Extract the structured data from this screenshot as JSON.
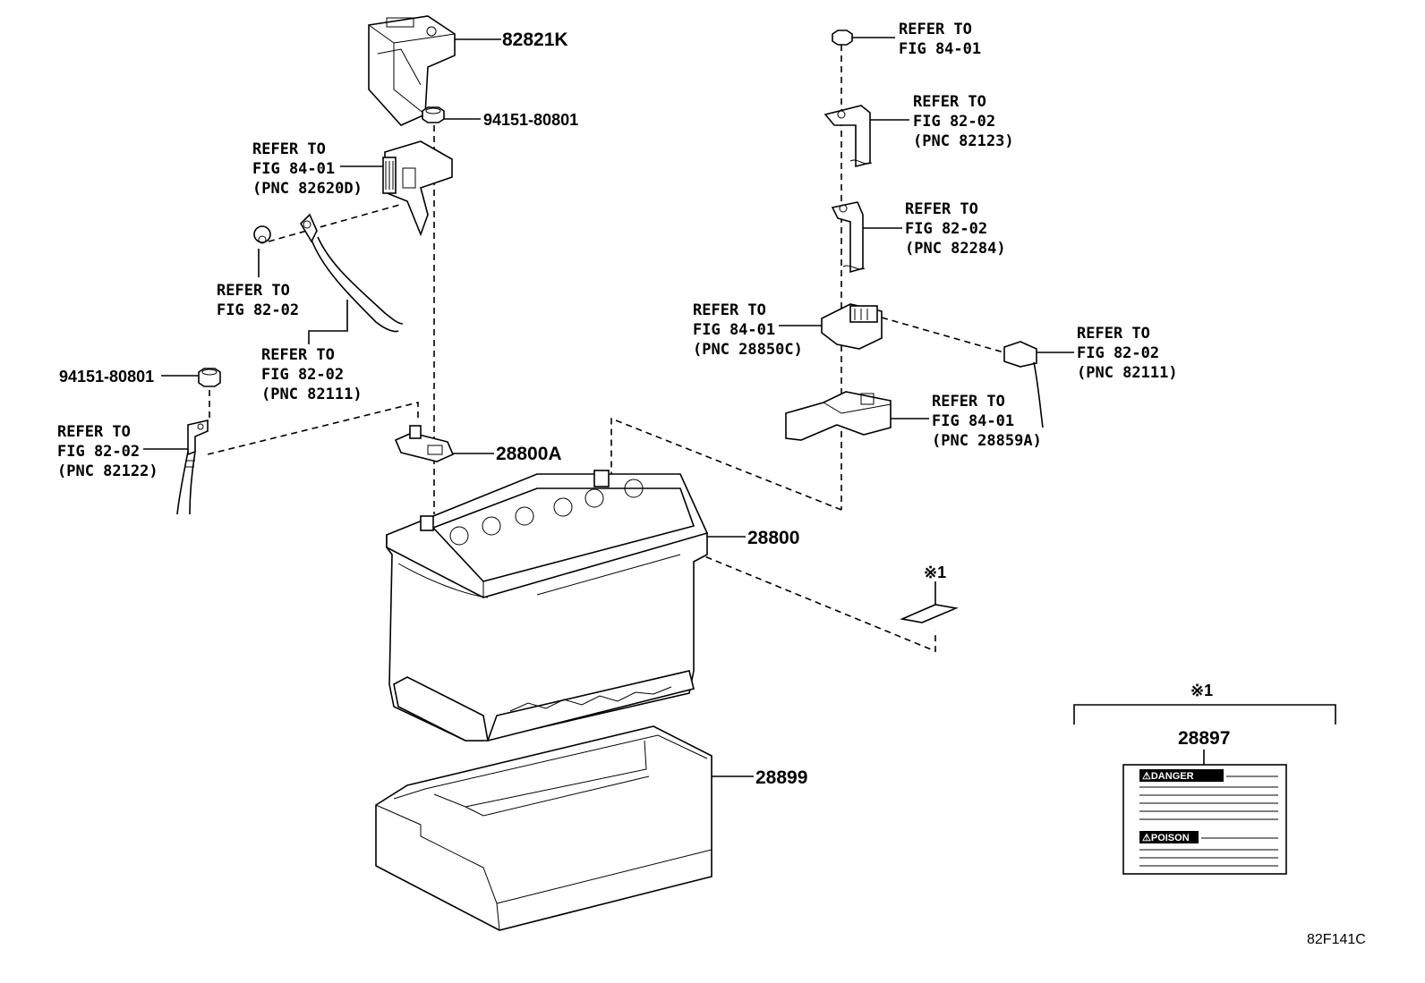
{
  "diagram_code": "82F141C",
  "callouts": {
    "p82821K": "82821K",
    "p94151_top": "94151-80801",
    "p94151_left": "94151-80801",
    "p28800A": "28800A",
    "p28800": "28800",
    "p28899": "28899",
    "p28897": "28897",
    "note_mark_1": "※1",
    "note_mark_2": "※1"
  },
  "refer_fig84_82620D": [
    "REFER TO",
    "FIG 84-01",
    "(PNC 82620D)"
  ],
  "refer_fig82_a": [
    "REFER TO",
    "FIG 82-02"
  ],
  "refer_fig82_82111_left": [
    "REFER TO",
    "FIG 82-02",
    "(PNC 82111)"
  ],
  "refer_fig82_82122": [
    "REFER TO",
    "FIG 82-02",
    "(PNC 82122)"
  ],
  "refer_fig84_top": [
    "REFER TO",
    "FIG 84-01"
  ],
  "refer_fig82_82123": [
    "REFER TO",
    "FIG 82-02",
    "(PNC 82123)"
  ],
  "refer_fig82_82284": [
    "REFER TO",
    "FIG 82-02",
    "(PNC 82284)"
  ],
  "refer_fig84_28850C": [
    "REFER TO",
    "FIG 84-01",
    "(PNC 28850C)"
  ],
  "refer_fig82_82111_right": [
    "REFER TO",
    "FIG 82-02",
    "(PNC 82111)"
  ],
  "refer_fig84_28859A": [
    "REFER TO",
    "FIG 84-01",
    "(PNC 28859A)"
  ],
  "label_28897": {
    "warning_1": "⚠DANGER",
    "warning_2": "⚠POISON"
  }
}
